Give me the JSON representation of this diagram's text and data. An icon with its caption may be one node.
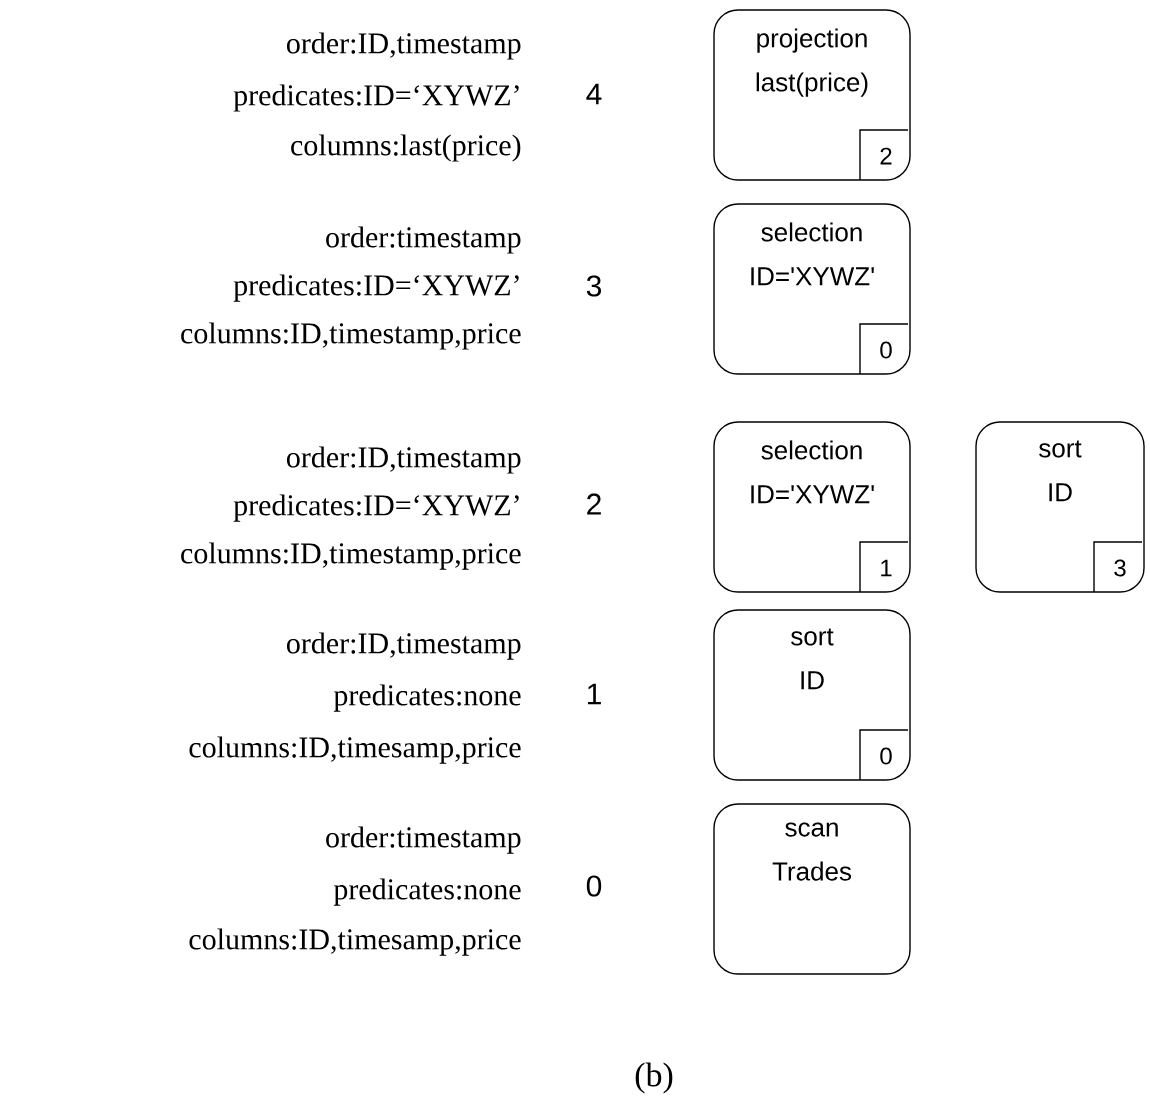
{
  "diagram": {
    "caption": "(b)",
    "nodes": [
      {
        "text": [
          "projection",
          "last(price)",
          "2"
        ]
      },
      {
        "text": [
          "selection",
          "ID='XYWZ'",
          "0"
        ]
      },
      {
        "text": [
          "selection",
          "ID='XYWZ'",
          "1"
        ]
      },
      {
        "text": [
          "sort",
          "ID",
          "3"
        ]
      },
      {
        "text": [
          "sort",
          "ID",
          "0"
        ]
      },
      {
        "text": [
          "scan",
          "Trades"
        ]
      }
    ],
    "labels": [
      "order:ID,timestamp",
      "predicates:ID=‘XYWZ’",
      "columns:last(price)",
      "4",
      "order:timestamp",
      "predicates:ID=‘XYWZ’",
      "columns:ID,timestamp,price",
      "3",
      "order:ID,timestamp",
      "predicates:ID=‘XYWZ’",
      "columns:ID,timestamp,price",
      "2",
      "order:ID,timestamp",
      "predicates:none",
      "columns:ID,timesamp,price",
      "1",
      "order:timestamp",
      "predicates:none",
      "columns:ID,timesamp,price",
      "0"
    ]
  }
}
